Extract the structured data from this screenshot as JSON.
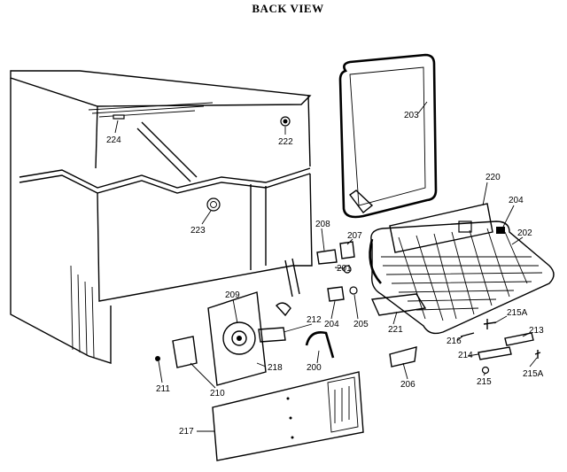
{
  "title": "BACK VIEW",
  "labels": {
    "p200": "200",
    "p201": "201",
    "p202": "202",
    "p203": "203",
    "p204": "204",
    "p205": "205",
    "p206": "206",
    "p207": "207",
    "p208": "208",
    "p209": "209",
    "p210": "210",
    "p211": "211",
    "p212": "212",
    "p213": "213",
    "p214": "214",
    "p215": "215",
    "p215a_top": "215A",
    "p215a_bottom": "215A",
    "p216": "216",
    "p217": "217",
    "p218": "218",
    "p220": "220",
    "p221": "221",
    "p222": "222",
    "p223": "223",
    "p224": "224"
  }
}
